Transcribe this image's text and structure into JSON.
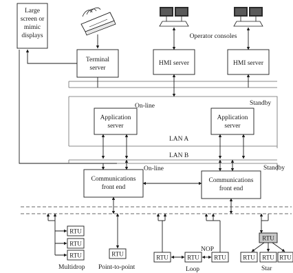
{
  "labels": {
    "large_screen_1": "Large",
    "large_screen_2": "screen or",
    "large_screen_3": "mimic",
    "large_screen_4": "displays",
    "terminal_server_1": "Terminal",
    "terminal_server_2": "server",
    "operator_consoles": "Operator consoles",
    "hmi_server_1": "HMI server",
    "hmi_server_2": "HMI server",
    "online_1": "On-line",
    "standby_1": "Standby",
    "app_server_1_l1": "Application",
    "app_server_1_l2": "server",
    "app_server_2_l1": "Application",
    "app_server_2_l2": "server",
    "lan_a": "LAN A",
    "lan_b": "LAN B",
    "online_2": "On-line",
    "standby_2": "Standby",
    "comm_fe_1_l1": "Communications",
    "comm_fe_1_l2": "front end",
    "comm_fe_2_l1": "Communications",
    "comm_fe_2_l2": "front end",
    "rtu": "RTU",
    "multidrop": "Multidrop",
    "point_to_point": "Point-to-point",
    "loop": "Loop",
    "nop": "NOP",
    "star": "Star"
  },
  "colors": {
    "star_hub_fill": "#c8c8c8",
    "bus_gray": "#8a8a8a"
  },
  "icons": {
    "printer": "terminal-printer-icon",
    "console": "operator-console-icon"
  }
}
